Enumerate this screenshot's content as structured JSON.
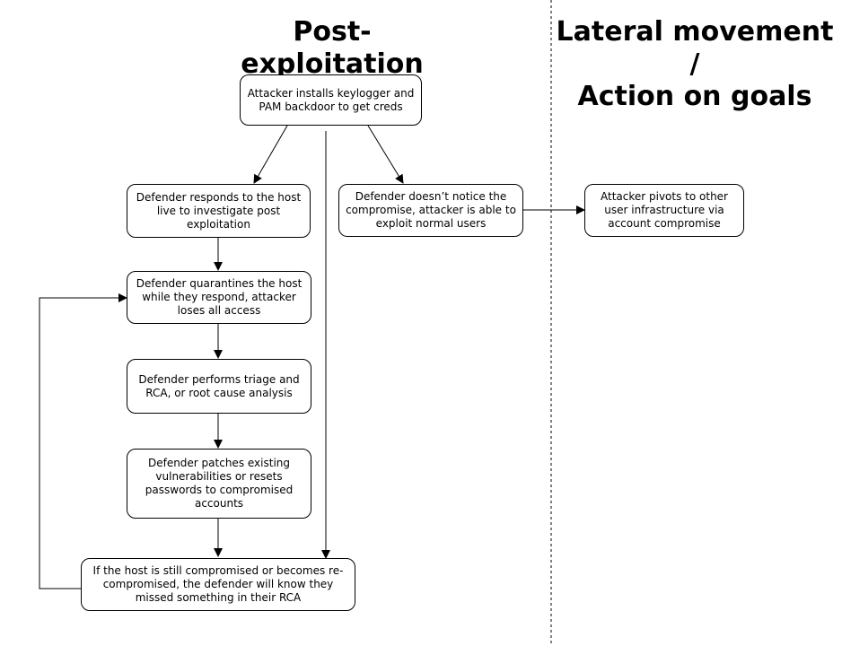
{
  "headings": {
    "post_exploitation": "Post-exploitation",
    "lateral_line1": "Lateral movement /",
    "lateral_line2": "Action on goals"
  },
  "nodes": {
    "keylogger": "Attacker installs keylogger and PAM backdoor to get creds",
    "respond_live": "Defender responds to the host live to investigate post exploitation",
    "not_notice": "Defender doesn’t notice the compromise, attacker is able to exploit normal users",
    "pivot": "Attacker pivots to other user infrastructure via account compromise",
    "quarantine": "Defender quarantines the host while they respond, attacker loses all access",
    "triage": "Defender performs triage and RCA, or root cause analysis",
    "patch": "Defender patches existing vulnerabilities or resets passwords to compromised accounts",
    "still_compromised": "If the host is still compromised or becomes re-compromised, the defender will know they missed something in their RCA"
  },
  "colors": {
    "line": "#000000",
    "box_fill": "#ffffff",
    "divider": "#000000"
  }
}
